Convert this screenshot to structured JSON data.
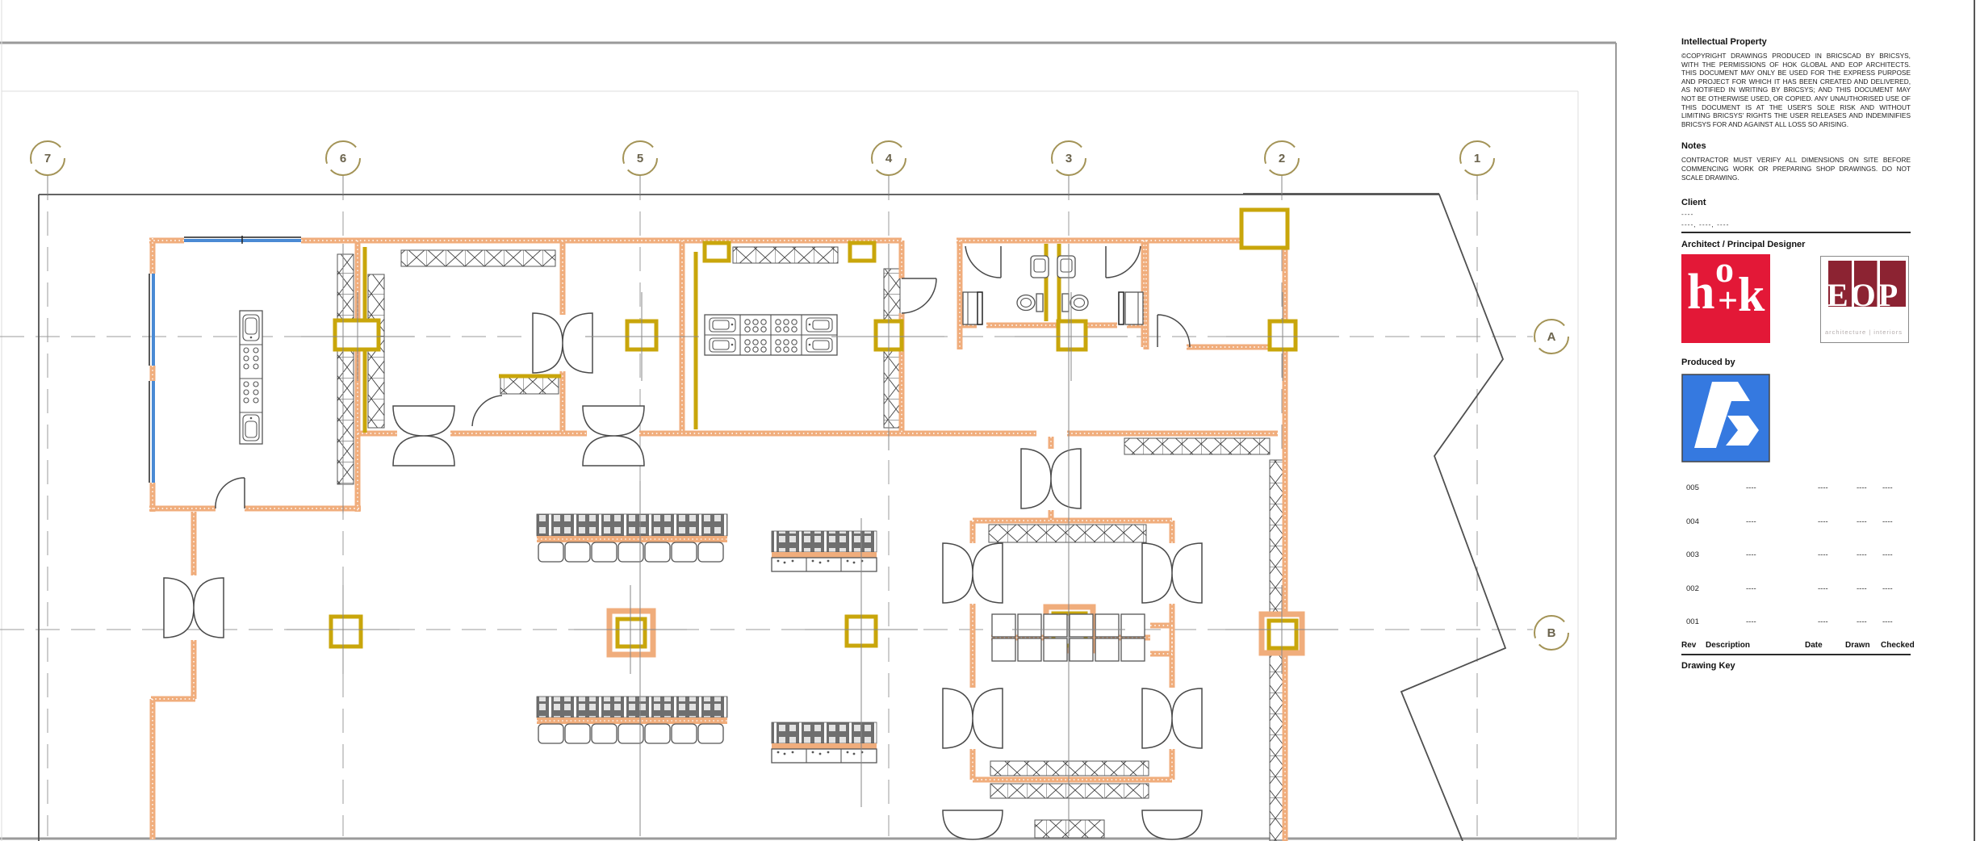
{
  "sheet": {
    "grid_columns": [
      {
        "label": "7"
      },
      {
        "label": "6"
      },
      {
        "label": "5"
      },
      {
        "label": "4"
      },
      {
        "label": "3"
      },
      {
        "label": "2"
      },
      {
        "label": "1"
      }
    ],
    "grid_rows": [
      {
        "label": "A"
      },
      {
        "label": "B"
      }
    ]
  },
  "title_block": {
    "intellectual_property": {
      "heading": "Intellectual Property",
      "body": "©COPYRIGHT DRAWINGS PRODUCED IN BRICSCAD BY BRICSYS, WITH THE PERMISSIONS OF HOK GLOBAL AND EOP ARCHITECTS. THIS DOCUMENT MAY ONLY BE USED FOR THE EXPRESS PURPOSE AND PROJECT FOR WHICH IT HAS BEEN CREATED AND DELIVERED, AS NOTIFIED IN WRITING BY BRICSYS; AND THIS DOCUMENT MAY NOT BE OTHERWISE USED, OR COPIED. ANY UNAUTHORISED USE OF THIS DOCUMENT IS AT THE USER'S SOLE RISK AND WITHOUT LIMITING BRICSYS' RIGHTS THE USER RELEASES AND INDEMINIFIES BRICSYS FOR AND AGAINST ALL LOSS SO ARISING."
    },
    "notes": {
      "heading": "Notes",
      "body": "CONTRACTOR MUST VERIFY ALL DIMENSIONS ON SITE BEFORE COMMENCING WORK OR PREPARING SHOP DRAWINGS. DO NOT SCALE DRAWING."
    },
    "client": {
      "heading": "Client",
      "line1": "----",
      "line2": "----, ----, ----"
    },
    "architect": {
      "heading": "Architect / Principal Designer",
      "hok_letters": {
        "l1": "h",
        "l2": "o",
        "l3": "+",
        "l4": "k"
      },
      "eop_word": "EOP",
      "eop_caption": "architecture | interiors"
    },
    "produced_by": {
      "heading": "Produced by"
    },
    "revisions": {
      "headers": {
        "rev": "Rev",
        "description": "Description",
        "date": "Date",
        "drawn": "Drawn",
        "checked": "Checked"
      },
      "rows": [
        {
          "rev": "005",
          "description": "----",
          "date": "----",
          "drawn": "----",
          "checked": "----"
        },
        {
          "rev": "004",
          "description": "----",
          "date": "----",
          "drawn": "----",
          "checked": "----"
        },
        {
          "rev": "003",
          "description": "----",
          "date": "----",
          "drawn": "----",
          "checked": "----"
        },
        {
          "rev": "002",
          "description": "----",
          "date": "----",
          "drawn": "----",
          "checked": "----"
        },
        {
          "rev": "001",
          "description": "----",
          "date": "----",
          "drawn": "----",
          "checked": "----"
        }
      ]
    },
    "drawing_key": {
      "heading": "Drawing Key"
    }
  },
  "colors": {
    "wall": "#f0ad7c",
    "col": "#c9a60b",
    "glz": "#4a8ad4",
    "bub": "#a39356",
    "hok": "#e31837",
    "eop": "#8c2332",
    "bric": "#3579e0"
  }
}
